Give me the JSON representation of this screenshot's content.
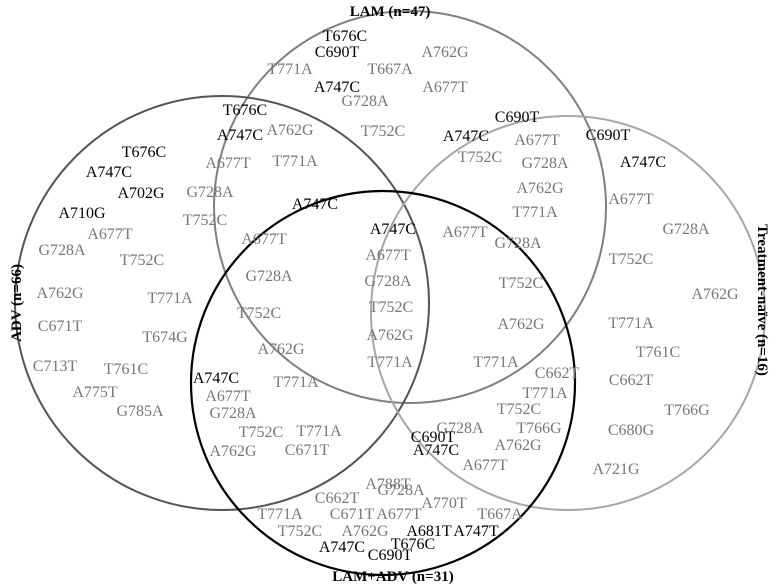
{
  "sets": [
    {
      "id": "lam",
      "title": "LAM (n=47)",
      "stroke": "#7f7f7f"
    },
    {
      "id": "adv",
      "title": "ADV (n=66)",
      "stroke": "#555555"
    },
    {
      "id": "naive",
      "title": "Treatment-naïve (n=16)",
      "stroke": "#a6a6a6"
    },
    {
      "id": "lamadv",
      "title": "LAM+ADV (n=31)",
      "stroke": "#000000"
    }
  ],
  "colors": {
    "dark": "#000000",
    "gray": "#777777"
  },
  "regions": {
    "lam_only": [
      {
        "text": "T676C",
        "tone": "dark"
      },
      {
        "text": "C690T",
        "tone": "dark"
      },
      {
        "text": "A762G",
        "tone": "gray"
      },
      {
        "text": "T771A",
        "tone": "gray"
      },
      {
        "text": "T667A",
        "tone": "gray"
      },
      {
        "text": "A747C",
        "tone": "dark"
      },
      {
        "text": "A677T",
        "tone": "gray"
      },
      {
        "text": "G728A",
        "tone": "gray"
      }
    ],
    "lam_adv": [
      {
        "text": "T676C",
        "tone": "dark"
      },
      {
        "text": "A747C",
        "tone": "dark"
      },
      {
        "text": "A762G",
        "tone": "gray"
      },
      {
        "text": "A677T",
        "tone": "gray"
      },
      {
        "text": "T771A",
        "tone": "gray"
      },
      {
        "text": "G728A",
        "tone": "gray"
      },
      {
        "text": "T752C",
        "tone": "gray"
      }
    ],
    "lam_middle": [
      {
        "text": "T752C",
        "tone": "gray"
      }
    ],
    "lam_naive": [
      {
        "text": "C690T",
        "tone": "dark"
      },
      {
        "text": "A747C",
        "tone": "dark"
      },
      {
        "text": "A677T",
        "tone": "gray"
      },
      {
        "text": "T752C",
        "tone": "gray"
      },
      {
        "text": "G728A",
        "tone": "gray"
      },
      {
        "text": "A762G",
        "tone": "gray"
      },
      {
        "text": "T771A",
        "tone": "gray"
      }
    ],
    "naive_only": [
      {
        "text": "C690T",
        "tone": "dark"
      },
      {
        "text": "A747C",
        "tone": "dark"
      },
      {
        "text": "A677T",
        "tone": "gray"
      },
      {
        "text": "G728A",
        "tone": "gray"
      },
      {
        "text": "T752C",
        "tone": "gray"
      },
      {
        "text": "A762G",
        "tone": "gray"
      },
      {
        "text": "T771A",
        "tone": "gray"
      },
      {
        "text": "T761C",
        "tone": "gray"
      },
      {
        "text": "C662T",
        "tone": "gray"
      },
      {
        "text": "T766G",
        "tone": "gray"
      },
      {
        "text": "C680G",
        "tone": "gray"
      },
      {
        "text": "A721G",
        "tone": "gray"
      }
    ],
    "adv_only": [
      {
        "text": "T676C",
        "tone": "dark"
      },
      {
        "text": "A747C",
        "tone": "dark"
      },
      {
        "text": "A702G",
        "tone": "dark"
      },
      {
        "text": "A710G",
        "tone": "dark"
      },
      {
        "text": "A677T",
        "tone": "gray"
      },
      {
        "text": "G728A",
        "tone": "gray"
      },
      {
        "text": "T752C",
        "tone": "gray"
      },
      {
        "text": "A762G",
        "tone": "gray"
      },
      {
        "text": "T771A",
        "tone": "gray"
      },
      {
        "text": "C671T",
        "tone": "gray"
      },
      {
        "text": "T674G",
        "tone": "gray"
      },
      {
        "text": "C713T",
        "tone": "gray"
      },
      {
        "text": "T761C",
        "tone": "gray"
      },
      {
        "text": "A775T",
        "tone": "gray"
      },
      {
        "text": "G785A",
        "tone": "gray"
      }
    ],
    "lam_adv_lamadv": [
      {
        "text": "A747C",
        "tone": "dark"
      },
      {
        "text": "A677T",
        "tone": "gray"
      },
      {
        "text": "G728A",
        "tone": "gray"
      },
      {
        "text": "T752C",
        "tone": "gray"
      },
      {
        "text": "A762G",
        "tone": "gray"
      }
    ],
    "center": [
      {
        "text": "A747C",
        "tone": "dark"
      },
      {
        "text": "A677T",
        "tone": "gray"
      },
      {
        "text": "G728A",
        "tone": "gray"
      },
      {
        "text": "T752C",
        "tone": "gray"
      },
      {
        "text": "A762G",
        "tone": "gray"
      },
      {
        "text": "T771A",
        "tone": "gray"
      }
    ],
    "lam_naive_lamadv": [
      {
        "text": "A677T",
        "tone": "gray"
      },
      {
        "text": "G728A",
        "tone": "gray"
      },
      {
        "text": "T752C",
        "tone": "gray"
      },
      {
        "text": "A762G",
        "tone": "gray"
      },
      {
        "text": "T771A",
        "tone": "gray"
      }
    ],
    "lam_lamadv_edge": [
      {
        "text": "T771A",
        "tone": "gray"
      }
    ],
    "adv_lamadv": [
      {
        "text": "A747C",
        "tone": "dark"
      },
      {
        "text": "A677T",
        "tone": "gray"
      },
      {
        "text": "G728A",
        "tone": "gray"
      },
      {
        "text": "T752C",
        "tone": "gray"
      },
      {
        "text": "T771A",
        "tone": "gray"
      },
      {
        "text": "A762G",
        "tone": "gray"
      },
      {
        "text": "C671T",
        "tone": "gray"
      }
    ],
    "naive_lamadv": [
      {
        "text": "C662T",
        "tone": "gray"
      },
      {
        "text": "T771A",
        "tone": "gray"
      },
      {
        "text": "T752C",
        "tone": "gray"
      },
      {
        "text": "G728A",
        "tone": "gray"
      },
      {
        "text": "T766G",
        "tone": "gray"
      },
      {
        "text": "C690T",
        "tone": "dark"
      },
      {
        "text": "A747C",
        "tone": "dark"
      },
      {
        "text": "A762G",
        "tone": "gray"
      },
      {
        "text": "A677T",
        "tone": "gray"
      }
    ],
    "lamadv_only": [
      {
        "text": "A788T",
        "tone": "gray"
      },
      {
        "text": "G728A",
        "tone": "gray"
      },
      {
        "text": "C662T",
        "tone": "gray"
      },
      {
        "text": "A770T",
        "tone": "gray"
      },
      {
        "text": "T771A",
        "tone": "gray"
      },
      {
        "text": "C671T",
        "tone": "gray"
      },
      {
        "text": "A677T",
        "tone": "gray"
      },
      {
        "text": "T667A",
        "tone": "gray"
      },
      {
        "text": "T752C",
        "tone": "gray"
      },
      {
        "text": "A762G",
        "tone": "gray"
      },
      {
        "text": "A681T",
        "tone": "dark"
      },
      {
        "text": "A747T",
        "tone": "dark"
      },
      {
        "text": "A747C",
        "tone": "dark"
      },
      {
        "text": "C690T",
        "tone": "dark"
      },
      {
        "text": "T676C",
        "tone": "dark"
      }
    ]
  }
}
